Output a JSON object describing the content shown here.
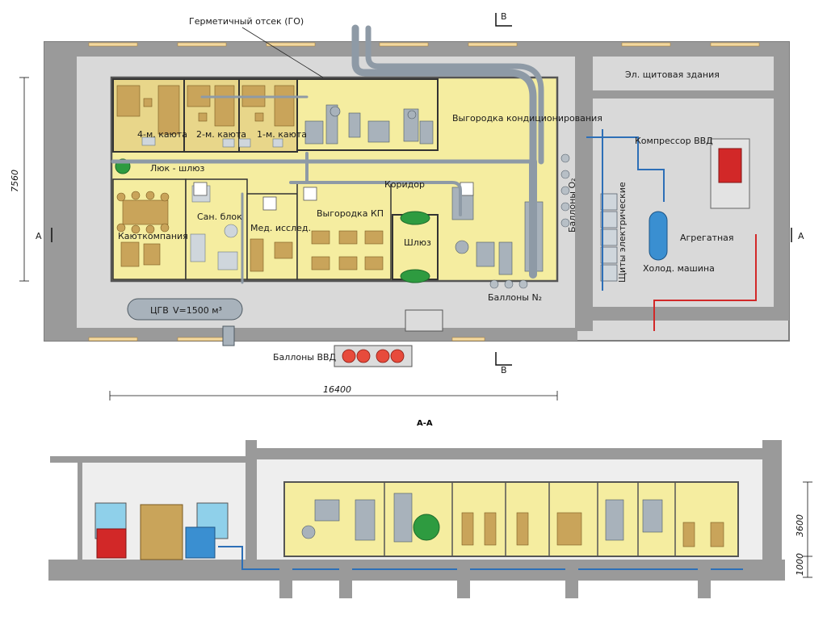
{
  "plan": {
    "labels": {
      "sealed_compartment": "Герметичный отсек (ГО)",
      "cabin4": "4-м. каюта",
      "cabin2": "2-м. каюта",
      "cabin1": "1-м. каюта",
      "ac_enclosure": "Выгородка кондиционирования",
      "hatch_lock": "Люк - шлюз",
      "corridor": "Коридор",
      "wardroom": "Каюткомпания",
      "sanblock": "Сан. блок",
      "medlab": "Мед. исслед.",
      "kp_enclosure": "Выгородка КП",
      "airlock": "Шлюз",
      "o2_cylinders": "Баллоны O₂",
      "n2_cylinders": "Баллоны N₂",
      "electric_panels": "Щиты электрические",
      "switchboard": "Эл. щитовая здания",
      "hp_compressor": "Компрессор ВВД",
      "unit_room": "Агрегатная",
      "chiller": "Холод. машина",
      "tank": "ЦГВ",
      "tank_volume": "V=1500 м³",
      "hp_cylinders": "Баллоны ВВД"
    },
    "section_marks": {
      "a": "A",
      "b": "В"
    },
    "dimensions": {
      "width": "16400",
      "height": "7560"
    }
  },
  "section": {
    "title": "А-А",
    "dimensions": {
      "height_main": "3600",
      "height_base": "1000"
    }
  },
  "colors": {
    "wall": "#9a9a9a",
    "wall_dark": "#7d7d7d",
    "floor": "#d9d9d9",
    "room": "#f5eda0",
    "wood": "#c9a45a",
    "pipe": "#8e9aa6",
    "pipe_blue": "#2d6fb7",
    "red": "#d22828",
    "green": "#2e9b40"
  }
}
